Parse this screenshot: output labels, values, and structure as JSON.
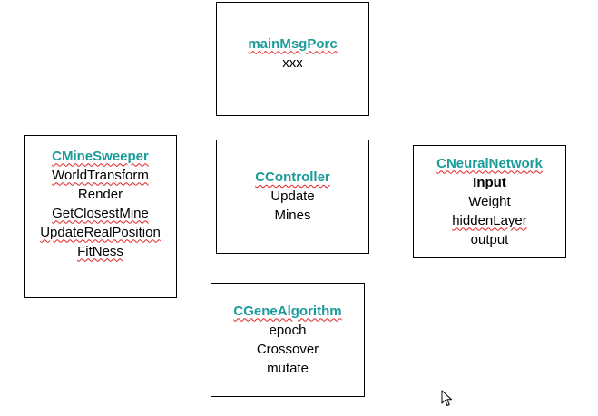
{
  "boxes": {
    "main": {
      "title": "mainMsgPorc",
      "items": [
        "xxx"
      ]
    },
    "minesweeper": {
      "title": "CMineSweeper",
      "items": [
        "WorldTransform",
        "Render",
        "GetClosestMine",
        "UpdateRealPosition",
        "FitNess"
      ]
    },
    "controller": {
      "title": "CController",
      "items": [
        "Update",
        "Mines"
      ]
    },
    "neural": {
      "title": "CNeuralNetwork",
      "items": [
        "Input",
        "Weight",
        "hiddenLayer",
        "output"
      ]
    },
    "gene": {
      "title": "CGeneAlgorithm",
      "items": [
        "epoch",
        "Crossover",
        "mutate"
      ]
    }
  },
  "colors": {
    "title": "#1a9b99",
    "spellcheck_underline": "#e02020",
    "border": "#000000"
  },
  "icons": {
    "cursor": "mouse-pointer-icon"
  }
}
